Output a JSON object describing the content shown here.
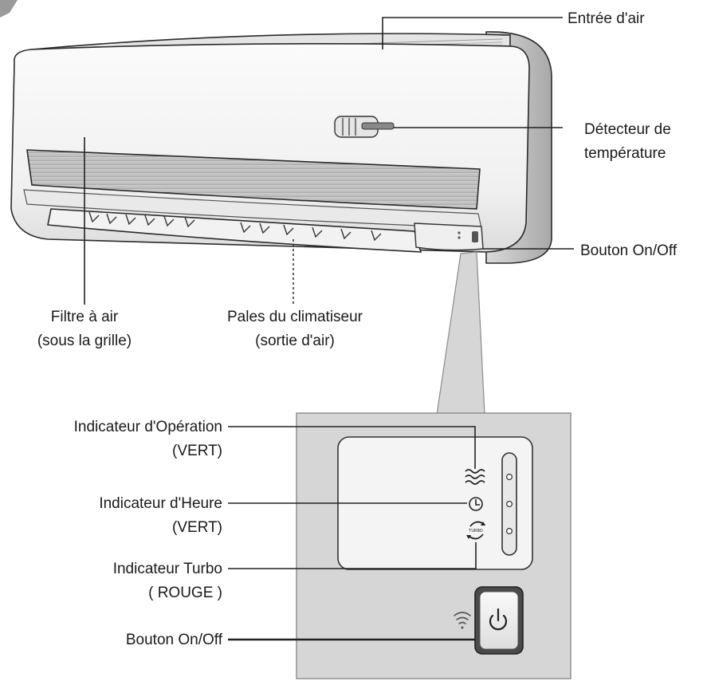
{
  "labels": {
    "air_intake": "Entrée d'air",
    "temp_sensor_line1": "Détecteur de",
    "temp_sensor_line2": "température",
    "onoff_unit": "Bouton On/Off",
    "filter_line1": "Filtre à air",
    "filter_line2": "(sous la grille)",
    "vanes_line1": "Pales du climatiseur",
    "vanes_line2": "(sortie d'air)",
    "operation_line1": "Indicateur d'Opération",
    "operation_line2": "(VERT)",
    "timer_line1": "Indicateur d'Heure",
    "timer_line2": "(VERT)",
    "turbo_line1": "Indicateur Turbo",
    "turbo_line2": "( ROUGE )",
    "onoff_panel": "Bouton On/Off"
  },
  "icons": {
    "operation": "waves-icon",
    "timer": "clock-icon",
    "turbo": "turbo-icon",
    "wifi": "wifi-icon",
    "power": "power-icon"
  },
  "colors": {
    "unit_body": "#f6f6f6",
    "unit_shadow": "#d9d9d9",
    "grille": "#bdbdbd",
    "zoom_panel": "#d6d6d6",
    "zoom_window": "#f4f4f4",
    "ink": "#1a1a1a"
  }
}
